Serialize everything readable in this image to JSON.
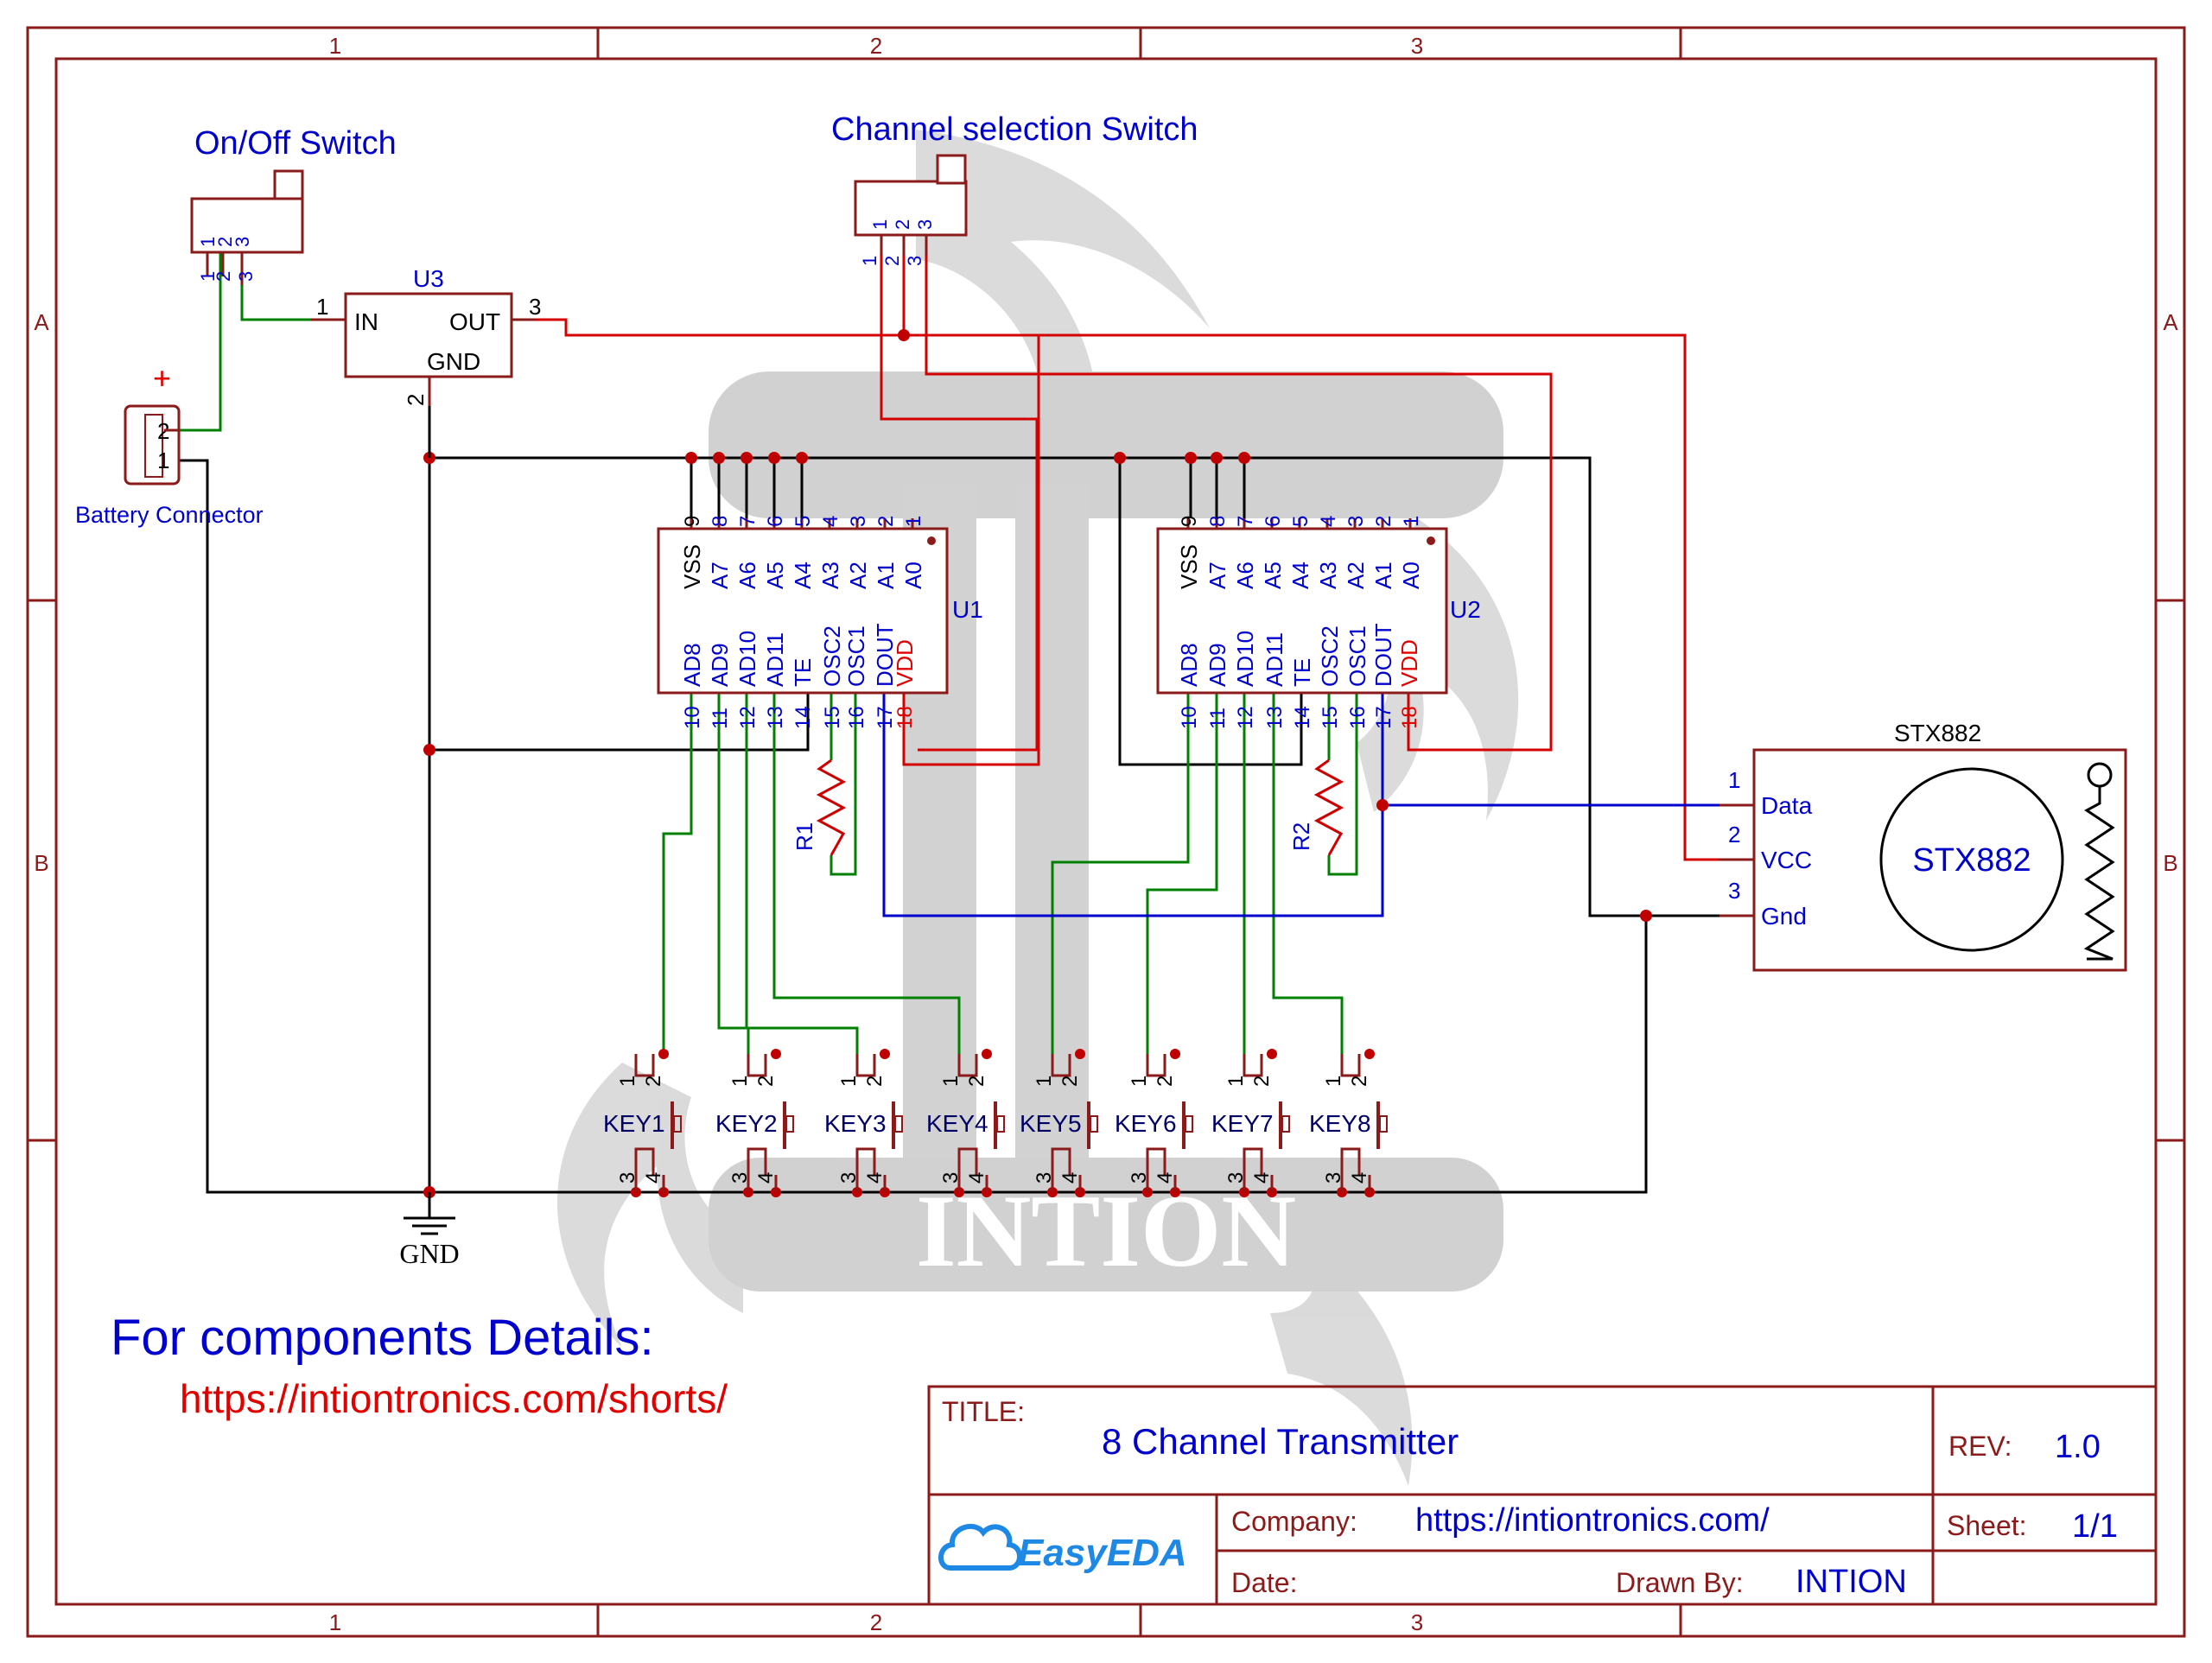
{
  "frame": {
    "columns": [
      "1",
      "2",
      "3"
    ],
    "rows": [
      "A",
      "B"
    ]
  },
  "watermark": {
    "text": "INTION"
  },
  "power": {
    "switch_label": "On/Off Switch",
    "switch_pins": [
      "1",
      "2",
      "3"
    ],
    "regulator_ref": "U3",
    "regulator_pins": {
      "in": "IN",
      "out": "OUT",
      "gnd": "GND",
      "in_num": "1",
      "out_num": "3",
      "gnd_num": "2"
    },
    "battery_label": "Battery Connector",
    "battery_plus": "+",
    "battery_pins": [
      "2",
      "1"
    ],
    "gnd_label": "GND"
  },
  "channel_switch": {
    "label": "Channel selection Switch",
    "pins": [
      "1",
      "2",
      "3"
    ]
  },
  "encoders": [
    {
      "ref": "U1",
      "top_pins": [
        {
          "num": "9",
          "name": "VSS"
        },
        {
          "num": "8",
          "name": "A7"
        },
        {
          "num": "7",
          "name": "A6"
        },
        {
          "num": "6",
          "name": "A5"
        },
        {
          "num": "5",
          "name": "A4"
        },
        {
          "num": "4",
          "name": "A3"
        },
        {
          "num": "3",
          "name": "A2"
        },
        {
          "num": "2",
          "name": "A1"
        },
        {
          "num": "1",
          "name": "A0"
        }
      ],
      "bottom_pins": [
        {
          "num": "10",
          "name": "AD8"
        },
        {
          "num": "11",
          "name": "AD9"
        },
        {
          "num": "12",
          "name": "AD10"
        },
        {
          "num": "13",
          "name": "AD11"
        },
        {
          "num": "14",
          "name": "TE"
        },
        {
          "num": "15",
          "name": "OSC2"
        },
        {
          "num": "16",
          "name": "OSC1"
        },
        {
          "num": "17",
          "name": "DOUT"
        },
        {
          "num": "18",
          "name": "VDD"
        }
      ],
      "resistor": "R1"
    },
    {
      "ref": "U2",
      "top_pins": [
        {
          "num": "9",
          "name": "VSS"
        },
        {
          "num": "8",
          "name": "A7"
        },
        {
          "num": "7",
          "name": "A6"
        },
        {
          "num": "6",
          "name": "A5"
        },
        {
          "num": "5",
          "name": "A4"
        },
        {
          "num": "4",
          "name": "A3"
        },
        {
          "num": "3",
          "name": "A2"
        },
        {
          "num": "2",
          "name": "A1"
        },
        {
          "num": "1",
          "name": "A0"
        }
      ],
      "bottom_pins": [
        {
          "num": "10",
          "name": "AD8"
        },
        {
          "num": "11",
          "name": "AD9"
        },
        {
          "num": "12",
          "name": "AD10"
        },
        {
          "num": "13",
          "name": "AD11"
        },
        {
          "num": "14",
          "name": "TE"
        },
        {
          "num": "15",
          "name": "OSC2"
        },
        {
          "num": "16",
          "name": "OSC1"
        },
        {
          "num": "17",
          "name": "DOUT"
        },
        {
          "num": "18",
          "name": "VDD"
        }
      ],
      "resistor": "R2"
    }
  ],
  "transmitter": {
    "title": "STX882",
    "body_label": "STX882",
    "pins": [
      {
        "num": "1",
        "name": "Data"
      },
      {
        "num": "2",
        "name": "VCC"
      },
      {
        "num": "3",
        "name": "Gnd"
      }
    ]
  },
  "keys": {
    "labels": [
      "KEY1",
      "KEY2",
      "KEY3",
      "KEY4",
      "KEY5",
      "KEY6",
      "KEY7",
      "KEY8"
    ],
    "pins": [
      "1",
      "2",
      "3",
      "4"
    ]
  },
  "notes": {
    "heading": "For components Details:",
    "url": "https://intiontronics.com/shorts/"
  },
  "title_block": {
    "title_label": "TITLE:",
    "title_value": "8 Channel Transmitter",
    "rev_label": "REV:",
    "rev_value": "1.0",
    "company_label": "Company:",
    "company_value": "https://intiontronics.com/",
    "sheet_label": "Sheet:",
    "sheet_value": "1/1",
    "date_label": "Date:",
    "drawn_label": "Drawn By:",
    "drawn_value": "INTION",
    "logo_text": "EasyEDA"
  },
  "colors": {
    "frame": "#8b1a1a",
    "wire_black": "#000000",
    "wire_red": "#d40000",
    "wire_green": "#008000",
    "wire_blue": "#0000cc",
    "label_blue": "#0000cc",
    "pin_red": "#cc0000",
    "junction": "#c00000",
    "watermark": "#d4d4d4"
  }
}
